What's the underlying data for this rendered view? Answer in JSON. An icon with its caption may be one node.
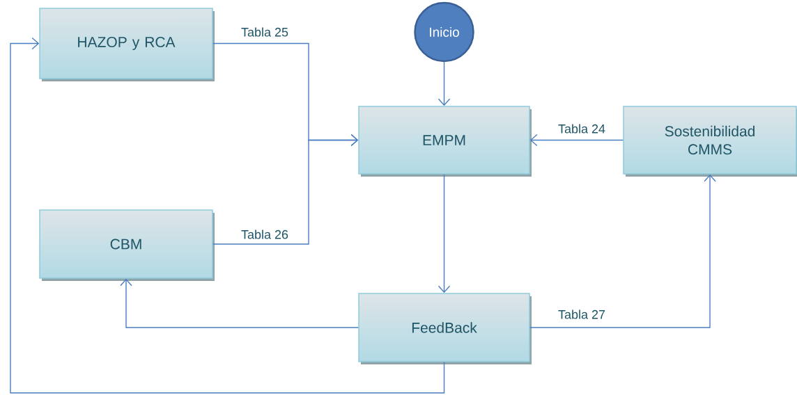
{
  "diagram": {
    "nodes": [
      {
        "text": [
          "HAZOP y RCA"
        ]
      },
      {
        "text": [
          "Inicio"
        ]
      },
      {
        "text": [
          "EMPM"
        ]
      },
      {
        "text": [
          "Sostenibilidad CMMS"
        ]
      },
      {
        "text": [
          "CBM"
        ]
      },
      {
        "text": [
          "FeedBack"
        ]
      }
    ],
    "edges": [
      {
        "from": 0,
        "to": 2,
        "arrow": "to",
        "label": "Tabla 25"
      },
      {
        "from": 4,
        "to": 2,
        "arrow": "to",
        "label": "Tabla 26"
      },
      {
        "from": 1,
        "to": 2,
        "arrow": "to"
      },
      {
        "from": 3,
        "to": 2,
        "arrow": "to",
        "label": "Tabla 24"
      },
      {
        "from": 2,
        "to": 5,
        "arrow": "to"
      },
      {
        "from": 5,
        "to": 4,
        "arrow": "to"
      },
      {
        "from": 5,
        "to": 3,
        "arrow": "to",
        "label": "Tabla 27"
      },
      {
        "from": 5,
        "to": 0,
        "arrow": "to"
      }
    ]
  }
}
